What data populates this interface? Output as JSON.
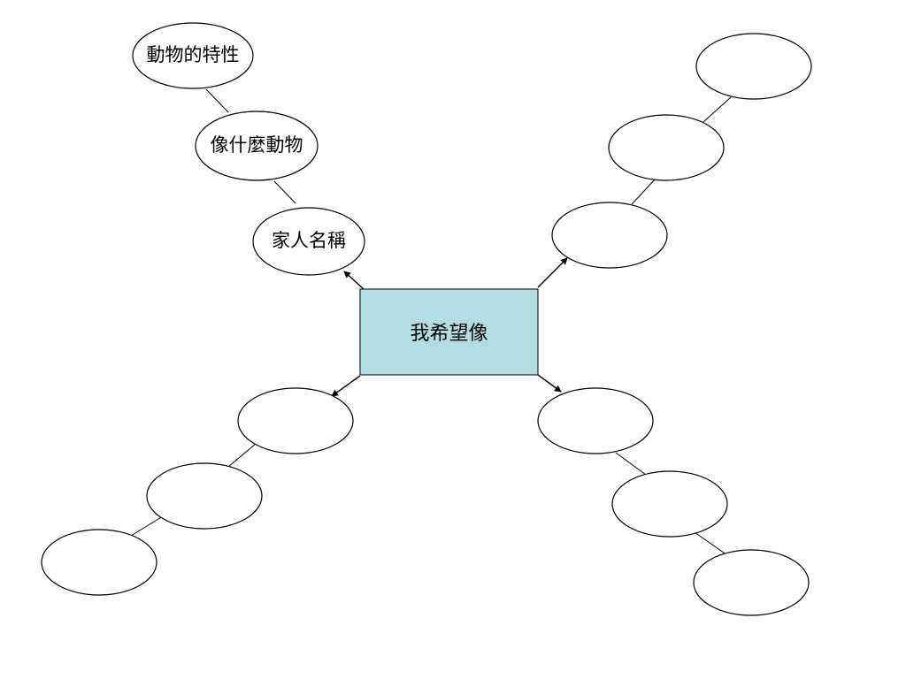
{
  "colors": {
    "center_fill": "#b4dde1",
    "stroke": "#000000",
    "node_fill": "#ffffff",
    "background": "#ffffff"
  },
  "center": {
    "label": "我希望像"
  },
  "branches": {
    "upper_left": {
      "nodes": [
        "家人名稱",
        "像什麼動物",
        "動物的特性"
      ]
    },
    "upper_right": {
      "nodes": [
        "",
        "",
        ""
      ]
    },
    "lower_left": {
      "nodes": [
        "",
        "",
        ""
      ]
    },
    "lower_right": {
      "nodes": [
        "",
        "",
        ""
      ]
    }
  }
}
